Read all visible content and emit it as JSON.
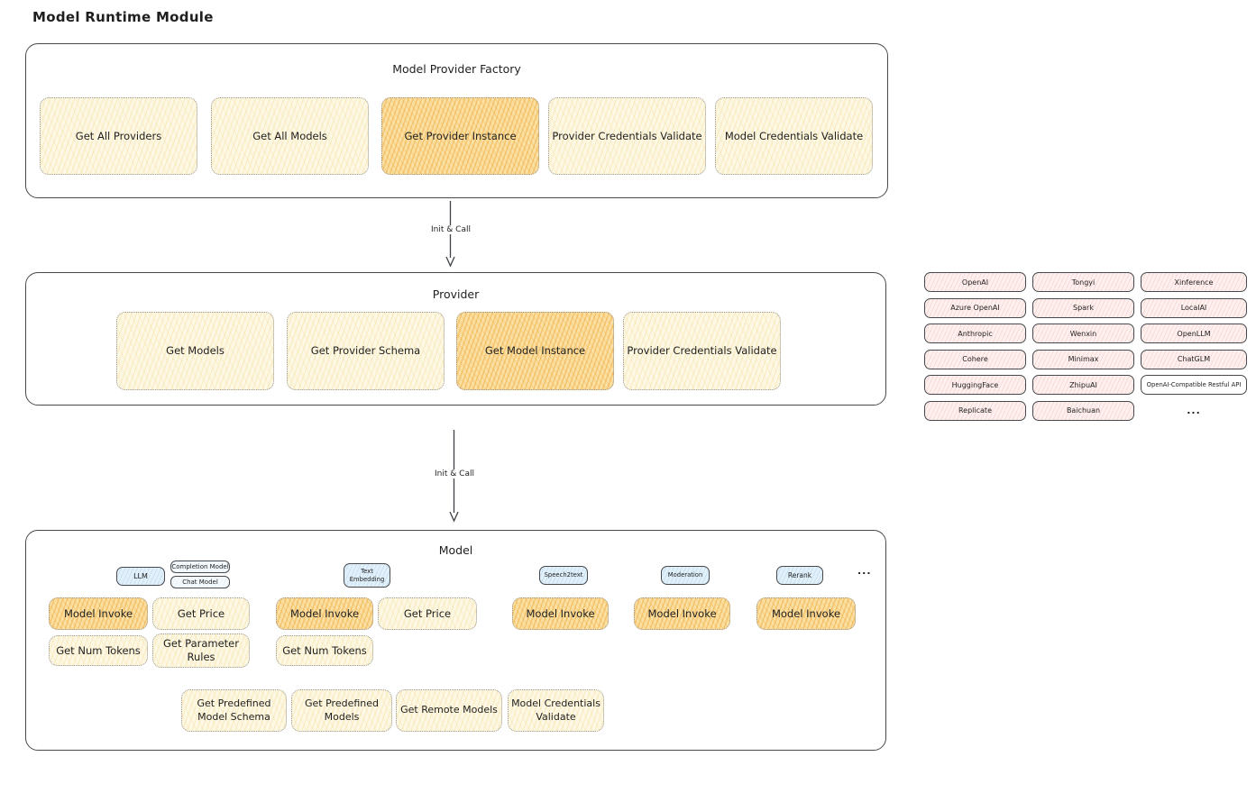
{
  "page": {
    "title": "Model Runtime Module"
  },
  "factory": {
    "title": "Model Provider Factory",
    "boxes": [
      {
        "label": "Get All Providers",
        "highlighted": false
      },
      {
        "label": "Get All Models",
        "highlighted": false
      },
      {
        "label": "Get Provider Instance",
        "highlighted": true
      },
      {
        "label": "Provider Credentials Validate",
        "highlighted": false
      },
      {
        "label": "Model Credentials Validate",
        "highlighted": false
      }
    ]
  },
  "arrows": [
    {
      "label": "Init & Call"
    },
    {
      "label": "Init & Call"
    }
  ],
  "provider": {
    "title": "Provider",
    "boxes": [
      {
        "label": "Get Models",
        "highlighted": false
      },
      {
        "label": "Get Provider Schema",
        "highlighted": false
      },
      {
        "label": "Get Model Instance",
        "highlighted": true
      },
      {
        "label": "Provider Credentials Validate",
        "highlighted": false
      }
    ]
  },
  "provider_list": {
    "columns": [
      {
        "items": [
          "OpenAI",
          "Azure OpenAI",
          "Anthropic",
          "Cohere",
          "HuggingFace",
          "Replicate"
        ]
      },
      {
        "items": [
          "Tongyi",
          "Spark",
          "Wenxin",
          "Minimax",
          "ZhipuAI",
          "Baichuan"
        ]
      },
      {
        "items": [
          "Xinference",
          "LocalAI",
          "OpenLLM",
          "ChatGLM",
          "OpenAI-Compatible Restful API",
          "..."
        ]
      }
    ]
  },
  "model": {
    "title": "Model",
    "tags": {
      "llm": "LLM",
      "completion": "Completion Model",
      "chat": "Chat Model",
      "embedding": "Text Embedding",
      "speech2text": "Speech2text",
      "moderation": "Moderation",
      "rerank": "Rerank",
      "more": "..."
    },
    "functions": {
      "llm_invoke": "Model Invoke",
      "llm_price": "Get Price",
      "llm_tokens": "Get Num Tokens",
      "llm_params": "Get Parameter Rules",
      "emb_invoke": "Model Invoke",
      "emb_price": "Get Price",
      "emb_tokens": "Get Num Tokens",
      "s2t_invoke": "Model Invoke",
      "mod_invoke": "Model Invoke",
      "rerank_invoke": "Model Invoke",
      "predefined_schema": "Get Predefined Model Schema",
      "predefined_models": "Get Predefined Models",
      "remote_models": "Get Remote Models",
      "credentials_validate": "Model Credentials Validate"
    }
  },
  "colors": {
    "highlight_fill": "#f9d58d",
    "cream_fill": "#fdf6df",
    "pink_fill": "#fbe9e6",
    "blue_fill": "#dfeefa",
    "border_dark": "#46494e",
    "text": "#1f1f1f"
  }
}
